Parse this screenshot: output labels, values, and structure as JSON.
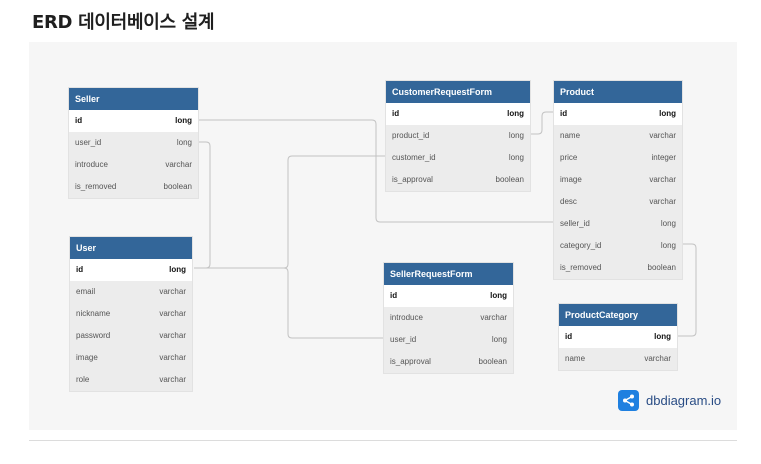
{
  "page": {
    "title": "ERD 데이터베이스 설계"
  },
  "brand": {
    "name": "dbdiagram.io",
    "color": "#1f80e0"
  },
  "colors": {
    "header": "#336699",
    "canvas": "#f6f6f6",
    "connector": "#c2c2c2"
  },
  "tables": {
    "seller": {
      "name": "Seller",
      "columns": [
        {
          "name": "id",
          "type": "long"
        },
        {
          "name": "user_id",
          "type": "long"
        },
        {
          "name": "introduce",
          "type": "varchar"
        },
        {
          "name": "is_removed",
          "type": "boolean"
        }
      ]
    },
    "user": {
      "name": "User",
      "columns": [
        {
          "name": "id",
          "type": "long"
        },
        {
          "name": "email",
          "type": "varchar"
        },
        {
          "name": "nickname",
          "type": "varchar"
        },
        {
          "name": "password",
          "type": "varchar"
        },
        {
          "name": "image",
          "type": "varchar"
        },
        {
          "name": "role",
          "type": "varchar"
        }
      ]
    },
    "customer_request_form": {
      "name": "CustomerRequestForm",
      "columns": [
        {
          "name": "id",
          "type": "long"
        },
        {
          "name": "product_id",
          "type": "long"
        },
        {
          "name": "customer_id",
          "type": "long"
        },
        {
          "name": "is_approval",
          "type": "boolean"
        }
      ]
    },
    "seller_request_form": {
      "name": "SellerRequestForm",
      "columns": [
        {
          "name": "id",
          "type": "long"
        },
        {
          "name": "introduce",
          "type": "varchar"
        },
        {
          "name": "user_id",
          "type": "long"
        },
        {
          "name": "is_approval",
          "type": "boolean"
        }
      ]
    },
    "product": {
      "name": "Product",
      "columns": [
        {
          "name": "id",
          "type": "long"
        },
        {
          "name": "name",
          "type": "varchar"
        },
        {
          "name": "price",
          "type": "integer"
        },
        {
          "name": "image",
          "type": "varchar"
        },
        {
          "name": "desc",
          "type": "varchar"
        },
        {
          "name": "seller_id",
          "type": "long"
        },
        {
          "name": "category_id",
          "type": "long"
        },
        {
          "name": "is_removed",
          "type": "boolean"
        }
      ]
    },
    "product_category": {
      "name": "ProductCategory",
      "columns": [
        {
          "name": "id",
          "type": "long"
        },
        {
          "name": "name",
          "type": "varchar"
        }
      ]
    }
  }
}
